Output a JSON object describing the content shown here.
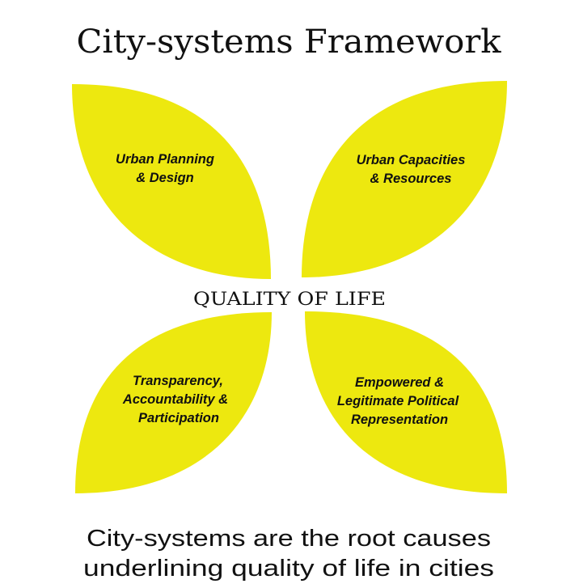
{
  "title": "City-systems Framework",
  "center_label": "QUALITY OF LIFE",
  "petal_color": "#EDE80F",
  "petals": [
    {
      "lines": [
        "Urban Planning",
        "& Design"
      ]
    },
    {
      "lines": [
        "Urban Capacities",
        "& Resources"
      ]
    },
    {
      "lines": [
        "Transparency,",
        "Accountability &",
        "Participation"
      ]
    },
    {
      "lines": [
        "Empowered &",
        "Legitimate Political",
        "Representation"
      ]
    }
  ],
  "footer": {
    "line1": "City-systems are the root causes",
    "line2": "underlining quality of life in cities"
  }
}
